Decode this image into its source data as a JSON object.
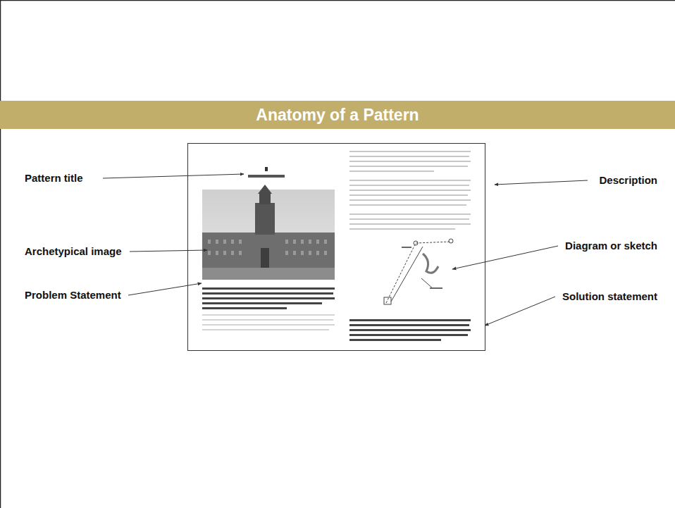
{
  "diagram": {
    "title": "Anatomy of a Pattern",
    "labels": [
      "Pattern title",
      "Archetypical image",
      "Problem Statement",
      "Description",
      "Diagram or sketch",
      "Solution statement"
    ]
  }
}
